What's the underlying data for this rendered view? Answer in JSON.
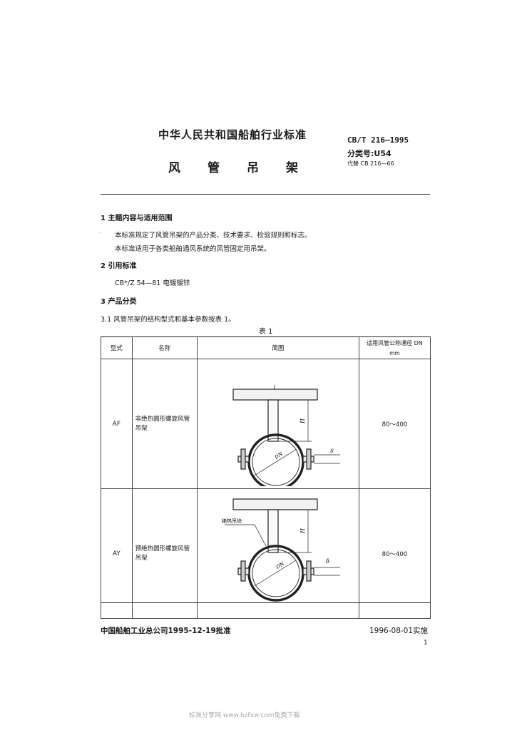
{
  "header": {
    "title": "中华人民共和国船舶行业标准",
    "subtitle": "风管吊架",
    "std_code": "CB/T 216—1995",
    "classification": "分类号:U54",
    "replaces": "代替 CB 216—66"
  },
  "sections": [
    {
      "heading": "1  主题内容与适用范围",
      "paragraphs": [
        "本标准规定了风管吊架的产品分类、技术要求、检验规则和标志。",
        "本标准适用于各类船舶通风系统的风管固定用吊架。"
      ]
    },
    {
      "heading": "2  引用标准",
      "paragraphs": [
        "CB*/Z 54—81   电镀镀锌"
      ]
    },
    {
      "heading": "3  产品分类",
      "paragraphs": []
    }
  ],
  "clause_3_1": "3.1  风管吊架的结构型式和基本参数按表 1。",
  "table": {
    "caption": "表 1",
    "headers": {
      "type": "型式",
      "name": "名称",
      "diagram": "简图",
      "dn": "适用风管公称通径 DN",
      "dn_unit": "mm"
    },
    "rows": [
      {
        "type": "AF",
        "name": "非绝热圆形螺旋风管吊架",
        "dn": "80～400",
        "fig_labels": {
          "h": "H",
          "dn": "DN",
          "s": "S"
        }
      },
      {
        "type": "AY",
        "name": "预绝热圆形螺旋风管吊架",
        "dn": "80～400",
        "fig_labels": {
          "h": "H",
          "dn": "DN",
          "s": "δ",
          "insulation": "绝热吊块"
        }
      }
    ]
  },
  "footer": {
    "organization": "中国船舶工业总公司1995-12-19批准",
    "implementation": "1996-08-01实施",
    "page": "1"
  },
  "watermark": "标准分享网 www.bzfxw.com免费下载"
}
